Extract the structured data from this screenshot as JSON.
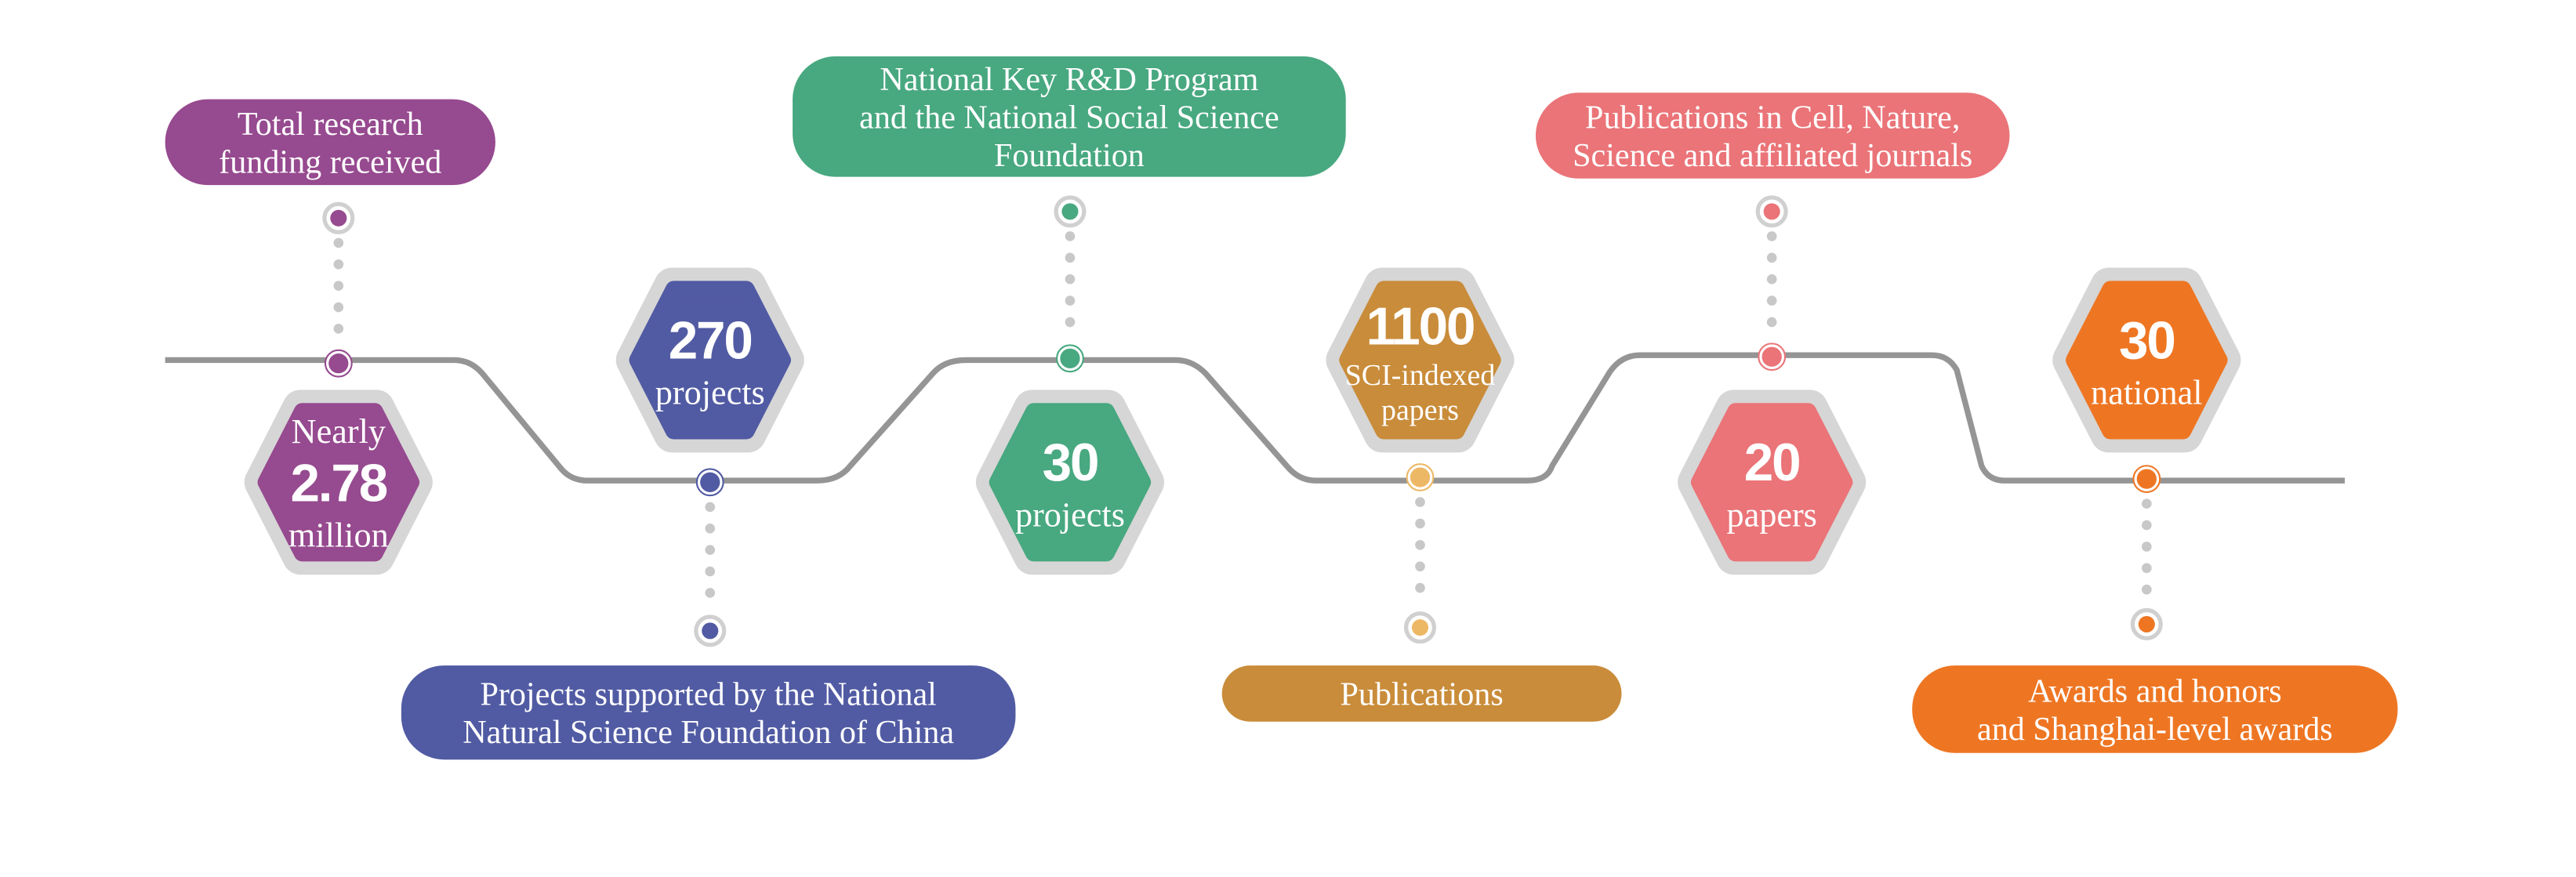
{
  "items": [
    {
      "id": "funding",
      "color": "#964A8F",
      "dot_color": "#964A8F",
      "pre": [
        "Nearly"
      ],
      "value": "2.78",
      "post": [
        "million"
      ],
      "label": [
        "Total research",
        "funding received"
      ]
    },
    {
      "id": "nsfc",
      "color": "#515BA3",
      "dot_color": "#515BA3",
      "pre": [],
      "value": "270",
      "post": [
        "projects"
      ],
      "label": [
        "Projects supported by the National",
        "Natural Science Foundation of China"
      ]
    },
    {
      "id": "key-rd",
      "color": "#48A880",
      "dot_color": "#48A880",
      "pre": [],
      "value": "30",
      "post": [
        "projects"
      ],
      "label": [
        "National Key R&D Program",
        "and the National Social Science",
        "Foundation"
      ]
    },
    {
      "id": "publications",
      "color": "#C98C3A",
      "dot_color": "#EDB865",
      "pre": [],
      "value": "1100",
      "post": [
        "SCI-indexed",
        "papers"
      ],
      "label": [
        "Publications"
      ]
    },
    {
      "id": "cns",
      "color": "#EA7478",
      "dot_color": "#EA7478",
      "pre": [],
      "value": "20",
      "post": [
        "papers"
      ],
      "label": [
        "Publications in Cell, Nature,",
        "Science and affiliated journals"
      ]
    },
    {
      "id": "awards",
      "color": "#EE7623",
      "dot_color": "#EE7623",
      "pre": [],
      "value": "30",
      "post": [
        "national"
      ],
      "label": [
        "Awards and honors",
        "and Shanghai-level awards"
      ]
    }
  ],
  "colors": {
    "line": "#959595",
    "hex_border": "#D6D6D6",
    "connector": "#C8C8C8"
  }
}
